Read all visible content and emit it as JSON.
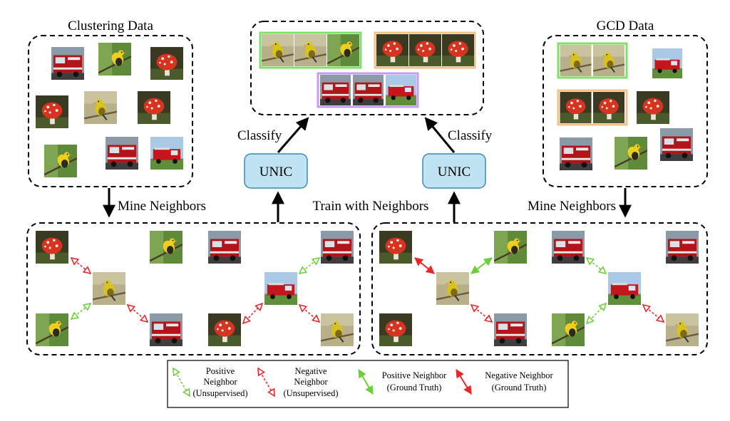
{
  "labels": {
    "clustering_data": "Clustering Data",
    "gcd_data": "GCD Data",
    "classify_left": "Classify",
    "classify_right": "Classify",
    "unic_left": "UNIC",
    "unic_right": "UNIC",
    "mine_neighbors_left": "Mine Neighbors",
    "mine_neighbors_right": "Mine Neighbors",
    "train_with_neighbors": "Train with Neighbors"
  },
  "legend": {
    "positive_unsupervised": [
      "Positive",
      "Neighbor",
      "(Unsupervised)"
    ],
    "negative_unsupervised": [
      "Negative",
      "Neighbor",
      "(Unsupervised)"
    ],
    "positive_ground_truth": [
      "Positive Neighbor",
      "(Ground Truth)"
    ],
    "negative_ground_truth": [
      "Negative Neighbor",
      "(Ground Truth)"
    ]
  },
  "colors": {
    "positive": "#6ccf3a",
    "negative": "#e8262a",
    "group_bird": "#7ee06a",
    "group_mushroom": "#f5bf8a",
    "group_truck": "#c89af0",
    "unic_fill": "#bfe3f2",
    "unic_stroke": "#3a8bb8"
  },
  "icons": {
    "bird": "bird-photo-icon",
    "mushroom": "mushroom-photo-icon",
    "truck": "fire-truck-photo-icon"
  }
}
